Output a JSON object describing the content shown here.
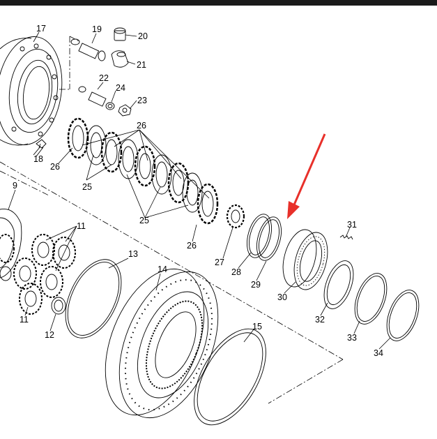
{
  "diagram": {
    "labels": {
      "p9": "9",
      "p11a": "11",
      "p11b": "11",
      "p12": "12",
      "p13": "13",
      "p14": "14",
      "p15": "15",
      "p17": "17",
      "p18": "18",
      "p19": "19",
      "p20": "20",
      "p21": "21",
      "p22": "22",
      "p23": "23",
      "p24": "24",
      "p25a": "25",
      "p25b": "25",
      "p26a": "26",
      "p26b": "26",
      "p26c": "26",
      "p27": "27",
      "p28": "28",
      "p29": "29",
      "p30": "30",
      "p31": "31",
      "p32": "32",
      "p33": "33",
      "p34": "34"
    },
    "arrow_color": "#e8302a",
    "line_color": "#000000"
  }
}
